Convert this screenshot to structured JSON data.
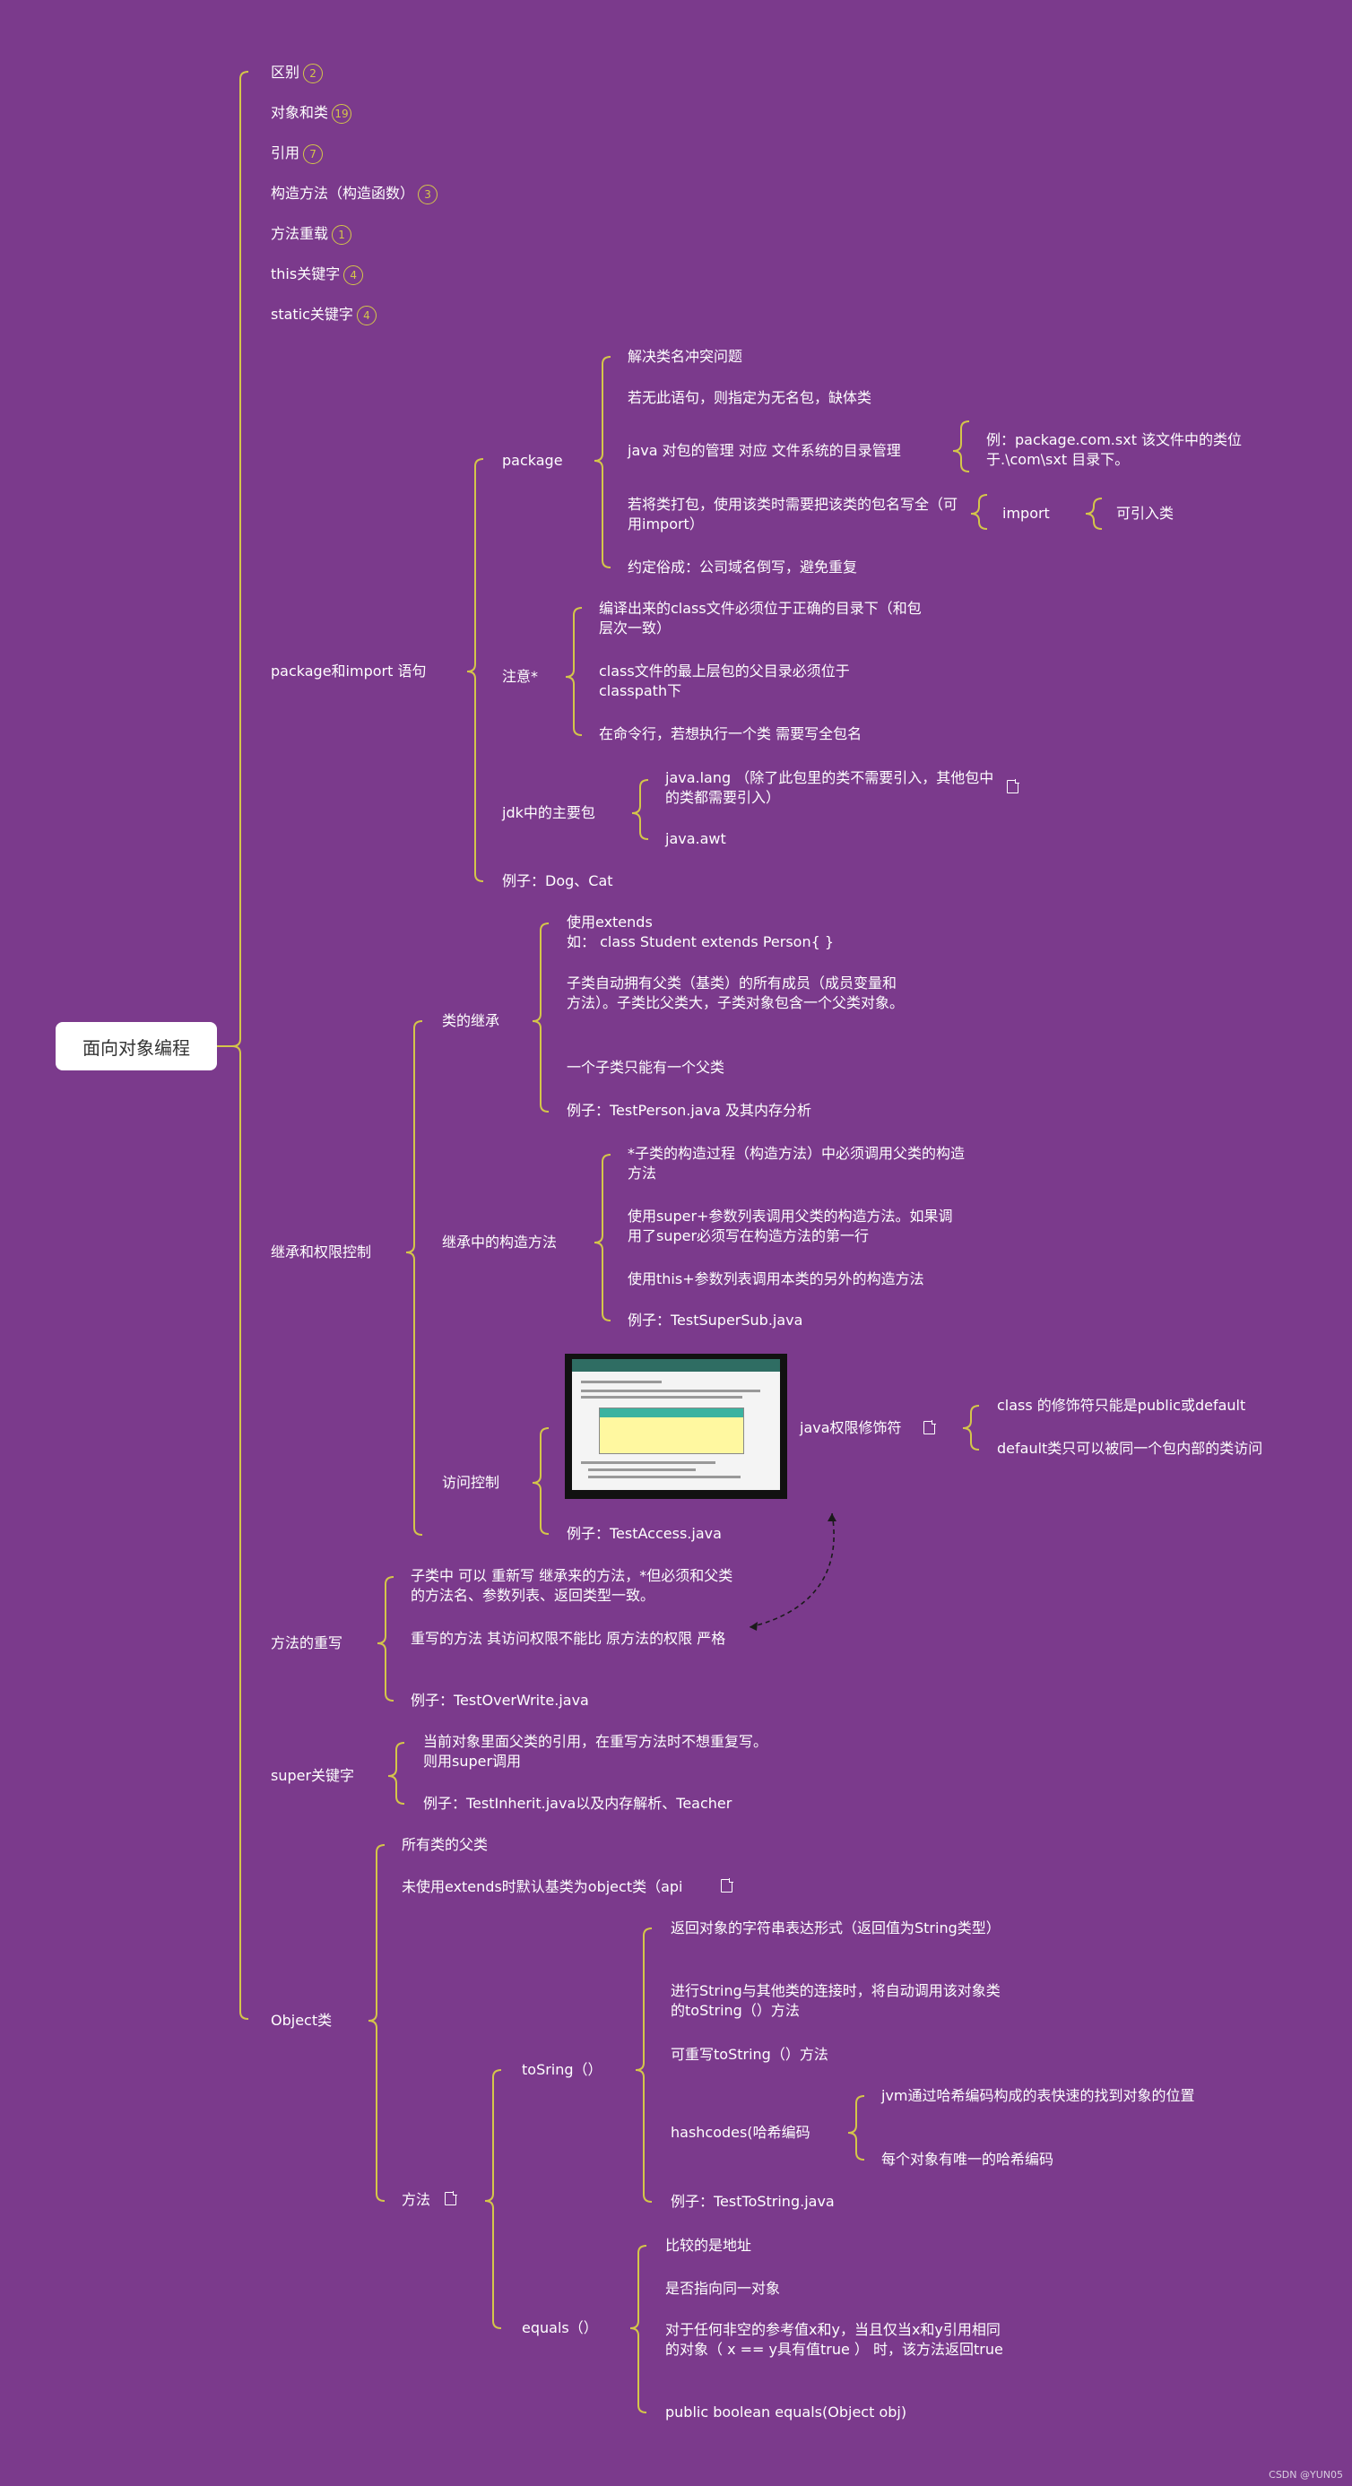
{
  "root": "面向对象编程",
  "branches": [
    {
      "label": "区别",
      "count": "2"
    },
    {
      "label": "对象和类",
      "count": "19"
    },
    {
      "label": "引用",
      "count": "7"
    },
    {
      "label": "构造方法（构造函数）",
      "count": "3"
    },
    {
      "label": "方法重载",
      "count": "1"
    },
    {
      "label": "this关键字",
      "count": "4"
    },
    {
      "label": "static关键字",
      "count": "4"
    }
  ],
  "pkg": {
    "title": "package和import 语句",
    "package": {
      "label": "package",
      "items": [
        "解决类名冲突问题",
        "若无此语句，则指定为无名包，缺体类",
        "java 对包的管理 对应 文件系统的目录管理",
        "若将类打包，使用该类时需要把该类的包名写全（可用import）",
        "约定俗成：公司域名倒写，避免重复"
      ],
      "example": "例：package.com.sxt  该文件中的类位于.\\com\\sxt  目录下。",
      "import_label": "import",
      "import_child": "可引入类"
    },
    "notice": {
      "label": "注意*",
      "items": [
        "编译出来的class文件必须位于正确的目录下（和包层次一致）",
        "class文件的最上层包的父目录必须位于classpath下",
        "在命令行，若想执行一个类 需要写全包名"
      ]
    },
    "jdk": {
      "label": "jdk中的主要包",
      "items": [
        "java.lang （除了此包里的类不需要引入，其他包中的类都需要引入）",
        "java.awt"
      ]
    },
    "example": "例子：Dog、Cat"
  },
  "inherit": {
    "title": "继承和权限控制",
    "class_inherit": {
      "label": "类的继承",
      "items": [
        "使用extends",
        "如：  class Student extends Person{ }",
        "子类自动拥有父类（基类）的所有成员（成员变量和方法）。子类比父类大，子类对象包含一个父类对象。",
        "一个子类只能有一个父类",
        "例子：TestPerson.java 及其内存分析"
      ]
    },
    "ctor": {
      "label": "继承中的构造方法",
      "items": [
        "*子类的构造过程（构造方法）中必须调用父类的构造方法",
        "使用super+参数列表调用父类的构造方法。如果调用了super必须写在构造方法的第一行",
        "使用this+参数列表调用本类的另外的构造方法",
        "例子：TestSuperSub.java"
      ]
    },
    "access": {
      "label": "访问控制",
      "java_mod": "java权限修饰符",
      "mod_items": [
        "class 的修饰符只能是public或default",
        "default类只可以被同一个包内部的类访问"
      ],
      "example": "例子：TestAccess.java"
    }
  },
  "override": {
    "label": "方法的重写",
    "items": [
      "子类中 可以 重新写 继承来的方法，*但必须和父类的方法名、参数列表、返回类型一致。",
      "重写的方法 其访问权限不能比 原方法的权限 严格",
      "例子：TestOverWrite.java"
    ]
  },
  "superkw": {
    "label": "super关键字",
    "items": [
      "当前对象里面父类的引用，在重写方法时不想重复写。则用super调用",
      "例子：TestInherit.java以及内存解析、Teacher"
    ]
  },
  "object": {
    "label": "Object类",
    "items": [
      "所有类的父类",
      "未使用extends时默认基类为object类（api"
    ],
    "method_label": "方法",
    "tostring": {
      "label": "toSring（）",
      "items": [
        "返回对象的字符串表达形式（返回值为String类型）",
        "进行String与其他类的连接时，将自动调用该对象类的toString（）方法",
        "可重写toString（）方法",
        "例子：TestToString.java"
      ],
      "hash_label": "hashcodes(哈希编码",
      "hash_items": [
        "jvm通过哈希编码构成的表快速的找到对象的位置",
        "每个对象有唯一的哈希编码"
      ]
    },
    "equals": {
      "label": "equals（）",
      "items": [
        "比较的是地址",
        "是否指向同一对象",
        "对于任何非空的参考值x和y，当且仅当x和y引用相同的对象（ x == y具有值true ） 时，该方法返回true",
        "public boolean equals(Object obj)"
      ]
    }
  },
  "watermark": "CSDN @YUN05",
  "colors": {
    "background": "#7b3a8c",
    "connector": "#d4c64a",
    "text": "#ffffff"
  }
}
